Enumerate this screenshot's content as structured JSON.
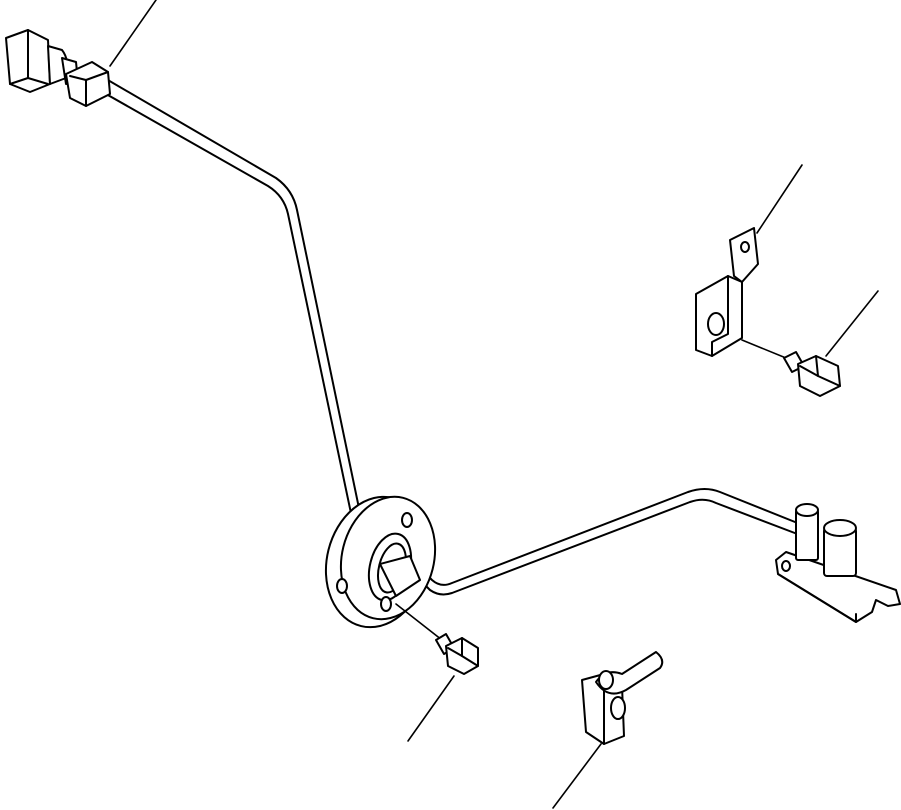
{
  "diagram": {
    "background": "#ffffff",
    "line_color": "#000000",
    "parts": [
      {
        "name": "sensor-harness-tube"
      },
      {
        "name": "connector"
      },
      {
        "name": "grommet"
      },
      {
        "name": "mounting-flange"
      },
      {
        "name": "flange-bolt"
      },
      {
        "name": "mounting-bracket"
      },
      {
        "name": "bracket-bolt"
      },
      {
        "name": "tube-clip"
      },
      {
        "name": "terminal-plate"
      }
    ]
  }
}
